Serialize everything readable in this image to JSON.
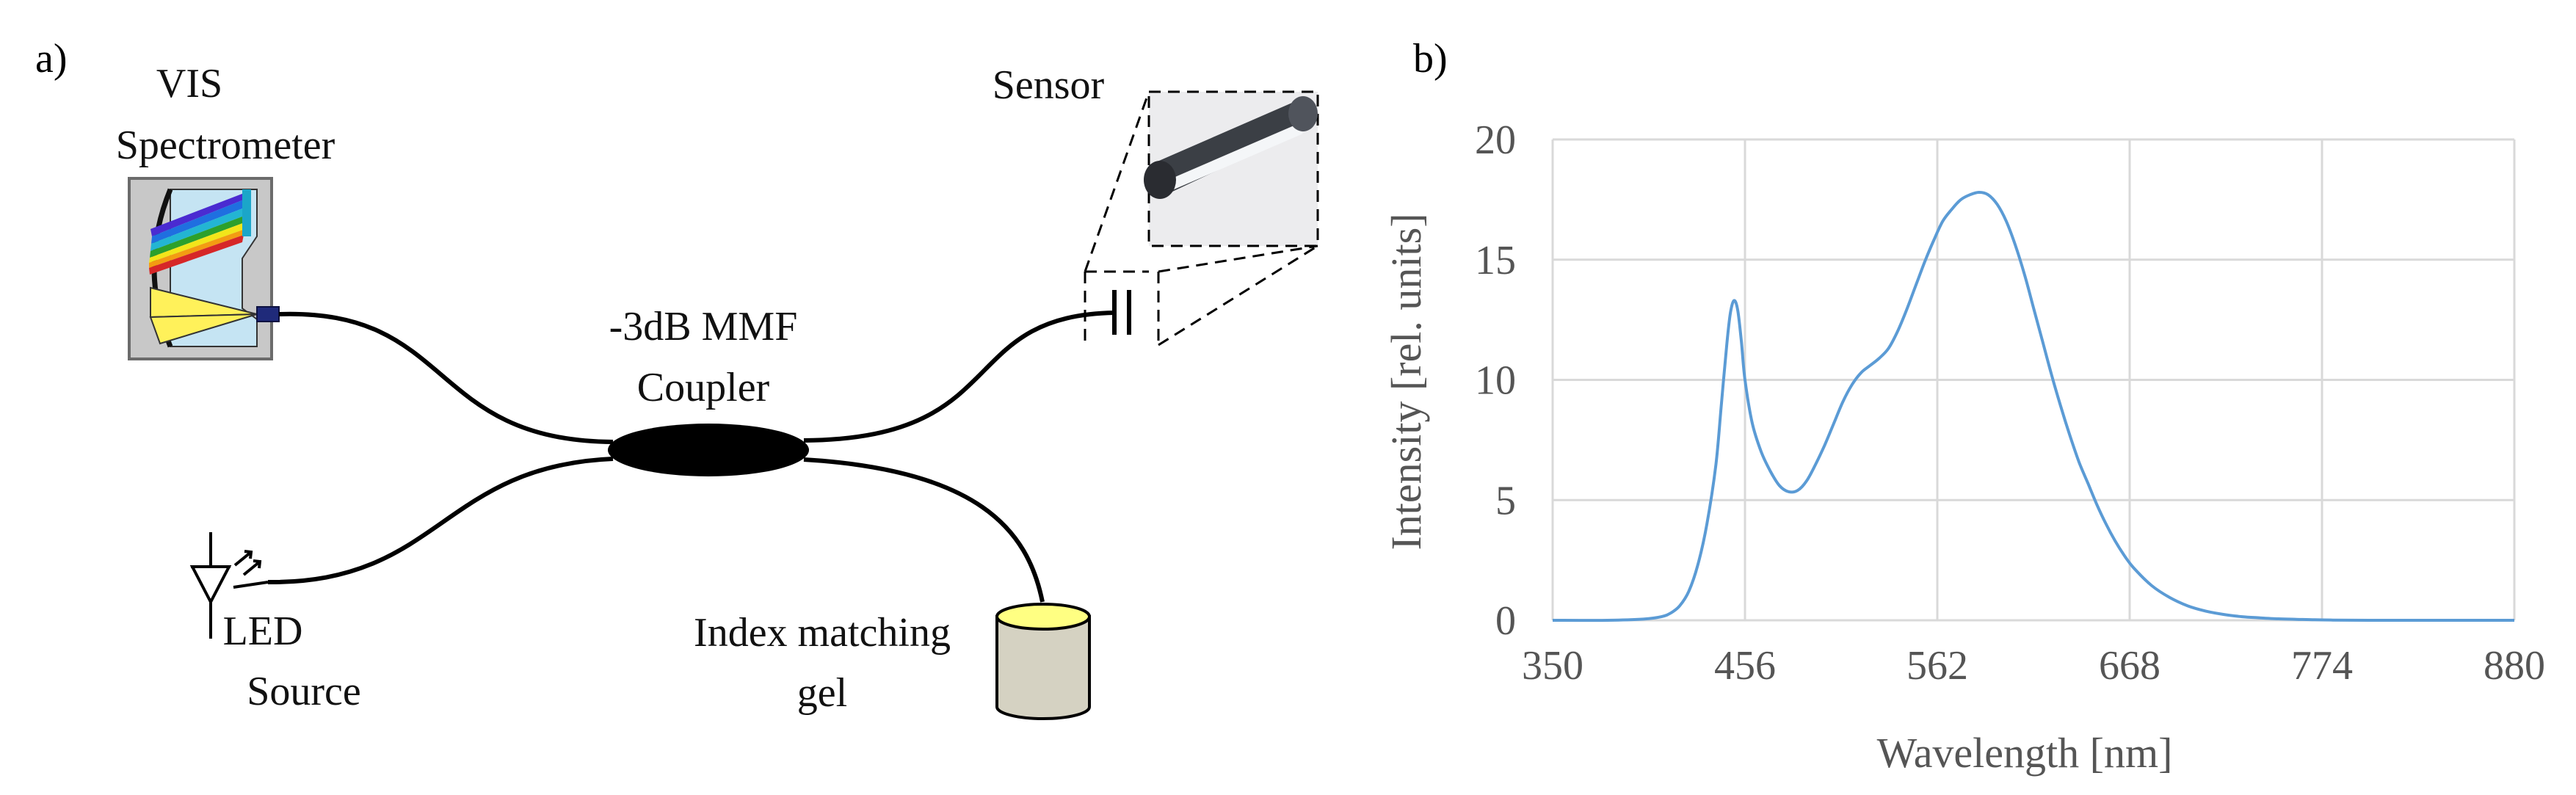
{
  "panel_a": {
    "label": "a)",
    "spectrometer": {
      "line1": "VIS",
      "line2": "Spectrometer"
    },
    "sensor": "Sensor",
    "coupler": {
      "line1": "-3dB MMF",
      "line2": "Coupler"
    },
    "led": {
      "line1": "LED",
      "line2": "Source"
    },
    "gel": {
      "line1": "Index matching",
      "line2": "gel"
    }
  },
  "panel_b": {
    "label": "b)"
  },
  "colors": {
    "curve": "#5b9bd5",
    "grid": "#d9d9d9",
    "axis_text": "#595959",
    "gel_top": "#ffff80",
    "cup": "#d9d6c7"
  },
  "chart_data": {
    "type": "line",
    "title": "",
    "xlabel": "Wavelength [nm]",
    "ylabel": "Intensity [rel. units]",
    "xlim": [
      350,
      880
    ],
    "ylim": [
      0,
      20
    ],
    "xticks": [
      350,
      456,
      562,
      668,
      774,
      880
    ],
    "yticks": [
      0,
      5,
      10,
      15,
      20
    ],
    "grid": true,
    "series": [
      {
        "x": [
          350,
          380,
          400,
          410,
          415,
          420,
          425,
          430,
          435,
          440,
          443,
          446,
          448,
          450,
          452,
          454,
          456,
          460,
          465,
          470,
          475,
          480,
          485,
          490,
          495,
          500,
          505,
          510,
          515,
          520,
          525,
          530,
          535,
          540,
          545,
          550,
          555,
          560,
          565,
          570,
          575,
          580,
          585,
          590,
          595,
          600,
          605,
          610,
          615,
          620,
          625,
          630,
          635,
          640,
          645,
          650,
          655,
          660,
          665,
          670,
          680,
          690,
          700,
          710,
          720,
          730,
          740,
          750,
          760,
          770,
          780,
          800,
          830,
          880
        ],
        "y": [
          0,
          0,
          0.05,
          0.15,
          0.3,
          0.6,
          1.2,
          2.3,
          4.0,
          6.5,
          9.0,
          11.5,
          12.8,
          13.3,
          12.9,
          11.6,
          10.0,
          8.2,
          7.0,
          6.2,
          5.6,
          5.35,
          5.4,
          5.8,
          6.5,
          7.3,
          8.2,
          9.1,
          9.8,
          10.3,
          10.6,
          10.9,
          11.3,
          12.0,
          12.9,
          13.9,
          14.9,
          15.8,
          16.6,
          17.1,
          17.5,
          17.7,
          17.8,
          17.7,
          17.3,
          16.6,
          15.6,
          14.4,
          13.0,
          11.6,
          10.2,
          8.9,
          7.7,
          6.6,
          5.7,
          4.8,
          4.0,
          3.3,
          2.7,
          2.2,
          1.45,
          0.95,
          0.6,
          0.38,
          0.24,
          0.15,
          0.1,
          0.06,
          0.04,
          0.02,
          0.01,
          0.0,
          0.0,
          0.0
        ]
      }
    ]
  }
}
